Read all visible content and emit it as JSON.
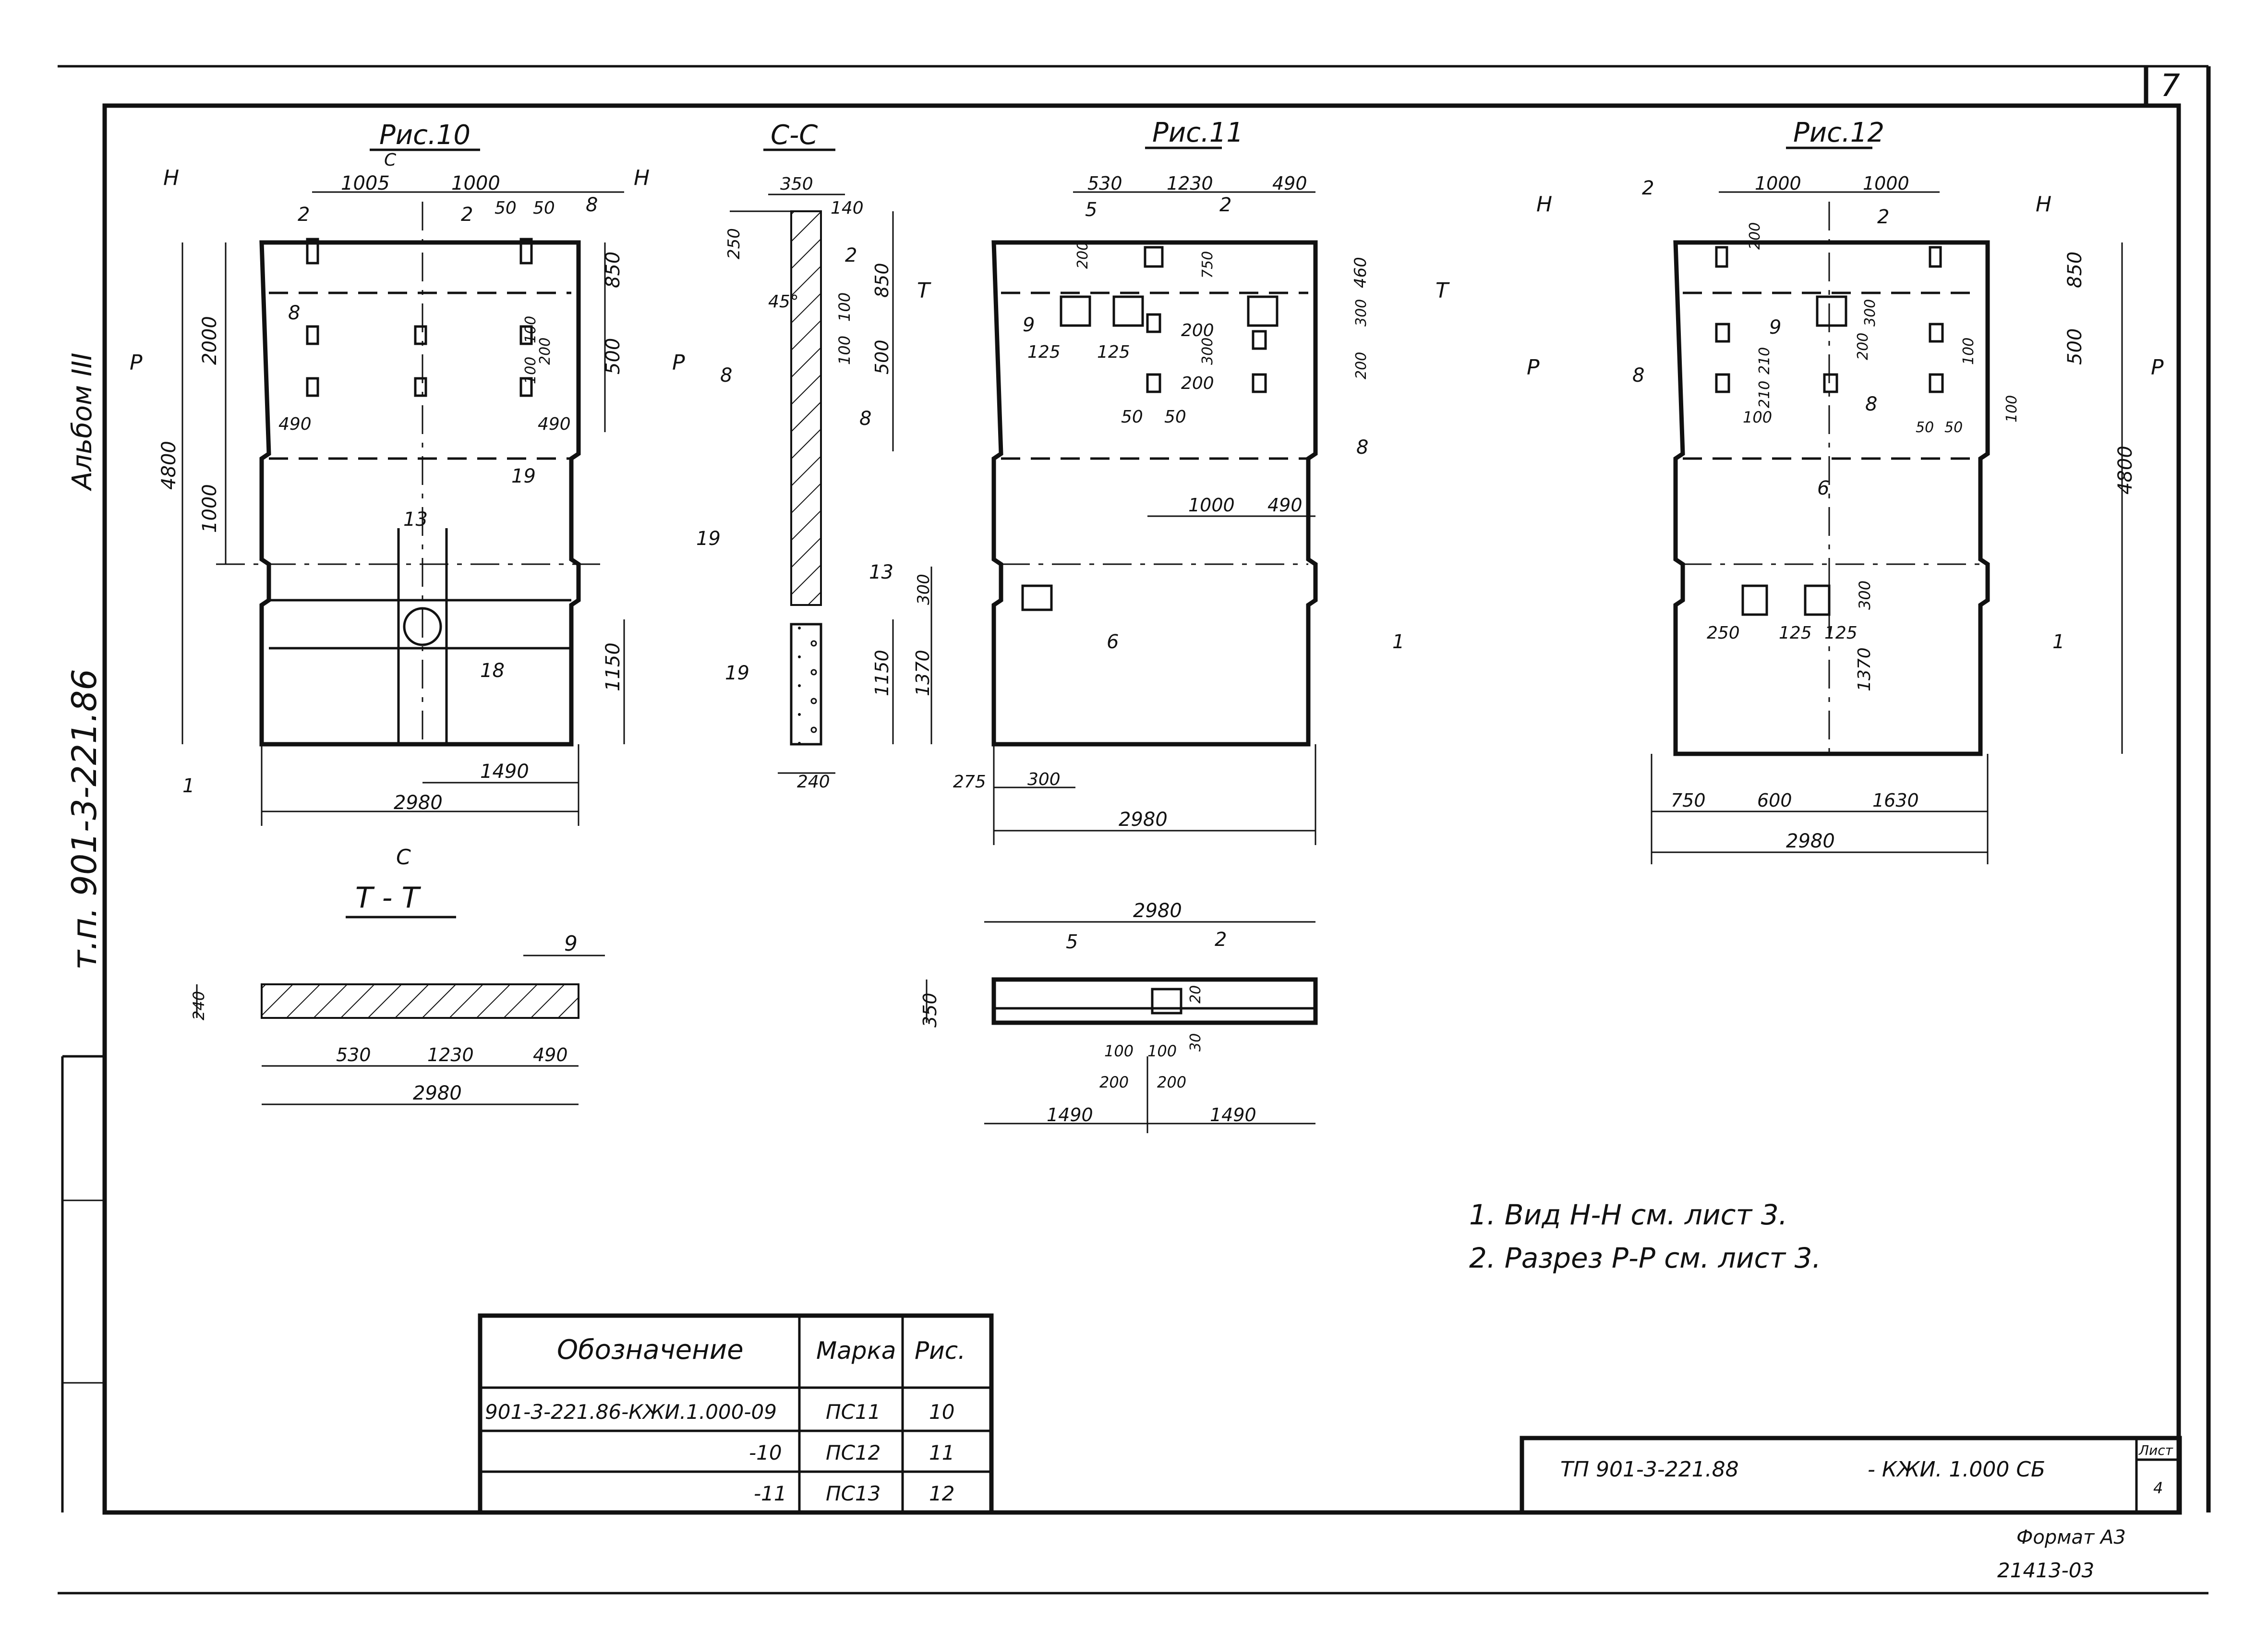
{
  "sheet": {
    "page_number": "7",
    "album": "Альбом III",
    "project_side": "т.п. 901-3-221.86",
    "stamp_code": "ТП 901-3-221.88",
    "stamp_mark": "- КЖИ. 1.000 СБ",
    "sheet_label": "Лист",
    "sheet_no": "4",
    "format": "Формат А3",
    "inventory": "21413-03"
  },
  "fig10": {
    "title": "Рис.10",
    "cut_c": "С",
    "view_h": "Н",
    "view_p": "Р",
    "dims": {
      "top_left": "1005",
      "top_right": "1000",
      "d50a": "50",
      "d50b": "50",
      "h2000": "2000",
      "h4800": "4800",
      "h1000": "1000",
      "h850": "850",
      "h500": "500",
      "h1150": "1150",
      "w490a": "490",
      "w490b": "490",
      "d100a": "100",
      "d100b": "100",
      "d200": "200",
      "w1490": "1490",
      "w2980": "2980"
    },
    "tags": [
      "2",
      "2",
      "8",
      "8",
      "19",
      "13",
      "18",
      "1"
    ]
  },
  "section_cc": {
    "title": "С-С",
    "dims": {
      "w350": "350",
      "w140": "140",
      "h250": "250",
      "angle": "45°",
      "h850": "850",
      "h100a": "100",
      "h100b": "100",
      "h500": "500",
      "h1150": "1150",
      "w240": "240"
    },
    "tags": [
      "2",
      "8",
      "8",
      "19",
      "13",
      "19"
    ]
  },
  "fig11": {
    "title": "Рис.11",
    "cut_t": "Т",
    "dims": {
      "w530": "530",
      "w1230": "1230",
      "w490": "490",
      "d200a": "200",
      "d750": "750",
      "h460": "460",
      "h300": "300",
      "d200b": "200",
      "d200c": "200",
      "d300": "300",
      "d200d": "200",
      "w125a": "125",
      "w125b": "125",
      "d50a": "50",
      "d50b": "50",
      "w1000": "1000",
      "w490b": "490",
      "h300b": "300",
      "h1370": "1370",
      "w275": "275",
      "w300": "300",
      "w2980": "2980"
    },
    "tags": [
      "5",
      "2",
      "9",
      "8",
      "6",
      "1"
    ]
  },
  "fig12": {
    "title": "Рис.12",
    "view_h": "Н",
    "view_p": "Р",
    "dims": {
      "w1000a": "1000",
      "w1000b": "1000",
      "d200": "200",
      "h850": "850",
      "h500": "500",
      "h4800": "4800",
      "d300": "300",
      "d200b": "200",
      "d210a": "210",
      "d210b": "210",
      "d100a": "100",
      "d100b": "100",
      "d100c": "100",
      "d50a": "50",
      "d50b": "50",
      "w250": "250",
      "w125a": "125",
      "w125b": "125",
      "h300": "300",
      "h1370": "1370",
      "w750": "750",
      "w600": "600",
      "w1630": "1630",
      "w2980": "2980"
    },
    "tags": [
      "2",
      "2",
      "8",
      "9",
      "8",
      "6",
      "1"
    ]
  },
  "section_tt": {
    "title": "Т - Т",
    "dims": {
      "h240": "240",
      "w530": "530",
      "w1230": "1230",
      "w490": "490",
      "w2980": "2980"
    },
    "tags": [
      "9"
    ]
  },
  "plan_view": {
    "dims": {
      "w2980": "2980",
      "h350": "350",
      "d100a": "100",
      "d100b": "100",
      "d200a": "200",
      "d200b": "200",
      "d30": "30",
      "d20": "20",
      "w1490a": "1490",
      "w1490b": "1490"
    },
    "tags": [
      "5",
      "2"
    ]
  },
  "notes": [
    "1. Вид Н-Н см. лист 3.",
    "2. Разрез Р-Р см. лист 3."
  ],
  "spec_table": {
    "headers": [
      "Обозначение",
      "Марка",
      "Рис."
    ],
    "rows": [
      [
        "901-3-221.86-КЖИ.1.000-09",
        "ПС11",
        "10"
      ],
      [
        "-10",
        "ПС12",
        "11"
      ],
      [
        "-11",
        "ПС13",
        "12"
      ]
    ]
  }
}
